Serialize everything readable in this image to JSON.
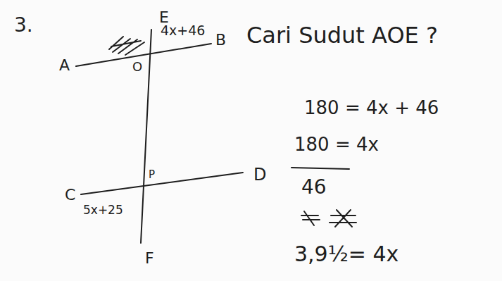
{
  "diagram": {
    "labels": [
      "3.",
      "E",
      "4x+46",
      "B",
      "A",
      "O",
      "C",
      "D",
      "P",
      "5x+25",
      "F",
      "Cari Sudut AOE ?",
      "180 = 4x + 46",
      "180 = 4x",
      "46",
      "3,9½= 4x"
    ]
  }
}
